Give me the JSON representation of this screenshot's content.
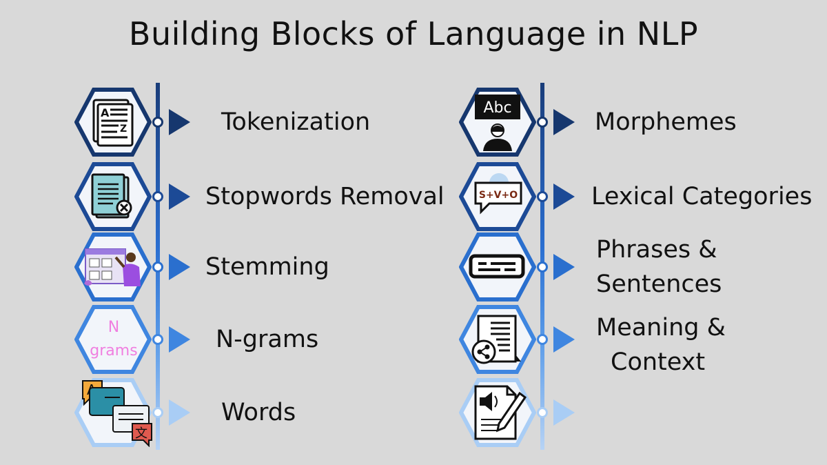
{
  "title": "Building Blocks of Language in NLP",
  "colors": {
    "background": "#d9d9d9",
    "navy": "#16376e",
    "blue": "#2a6fce",
    "mid_blue": "#3f86e0",
    "light_blue": "#a9cdf5"
  },
  "left_items": [
    {
      "label": "Tokenization",
      "icon": "document-z-icon"
    },
    {
      "label": "Stopwords Removal",
      "icon": "document-remove-icon"
    },
    {
      "label": "Stemming",
      "icon": "presenter-board-icon"
    },
    {
      "label": "N-grams",
      "icon": "ngrams-text-icon",
      "icon_text_1": "N",
      "icon_text_2": "grams"
    },
    {
      "label": "Words",
      "icon": "translate-bubbles-icon",
      "icon_text_1": "A",
      "icon_text_2": "文"
    }
  ],
  "right_items": [
    {
      "label": "Morphemes",
      "icon": "abc-learner-icon",
      "icon_text_1": "Abc"
    },
    {
      "label": "Lexical Categories",
      "icon": "svo-bubble-icon",
      "icon_text_1": "S+V+O"
    },
    {
      "label_line1": "Phrases &",
      "label_line2": "Sentences",
      "icon": "text-field-icon"
    },
    {
      "label_line1": "Meaning &",
      "label_line2": "Context",
      "icon": "document-share-icon"
    },
    {
      "label": "",
      "icon": "audio-document-pen-icon"
    }
  ]
}
